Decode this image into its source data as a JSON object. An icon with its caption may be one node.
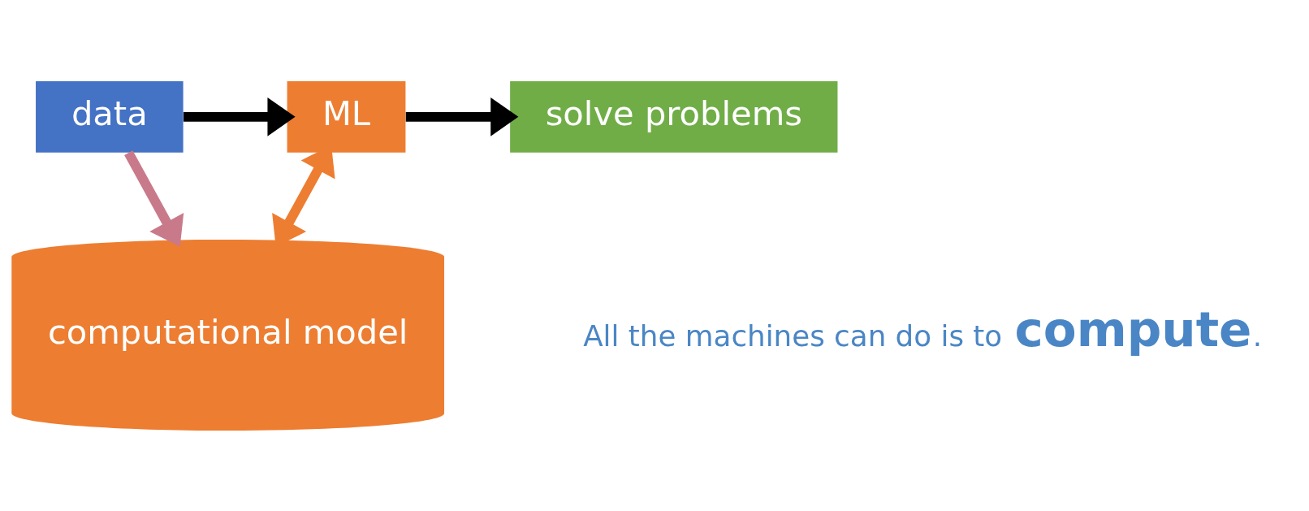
{
  "diagram": {
    "nodes": [
      {
        "text": [
          "data"
        ]
      },
      {
        "text": [
          "ML"
        ]
      },
      {
        "text": [
          "solve problems"
        ]
      },
      {
        "text": [
          "computational model"
        ]
      }
    ],
    "edges": [
      {
        "from": 0,
        "to": 1,
        "arrow": "to"
      },
      {
        "from": 1,
        "to": 2,
        "arrow": "to"
      },
      {
        "from": 1,
        "to": 3,
        "arrow": "both",
        "color": "#ed7d31"
      },
      {
        "from": 0,
        "to": 3,
        "arrow": "to",
        "color": "#c97a8a"
      }
    ],
    "labels": [
      "All the machines can do is to **compute**."
    ]
  }
}
